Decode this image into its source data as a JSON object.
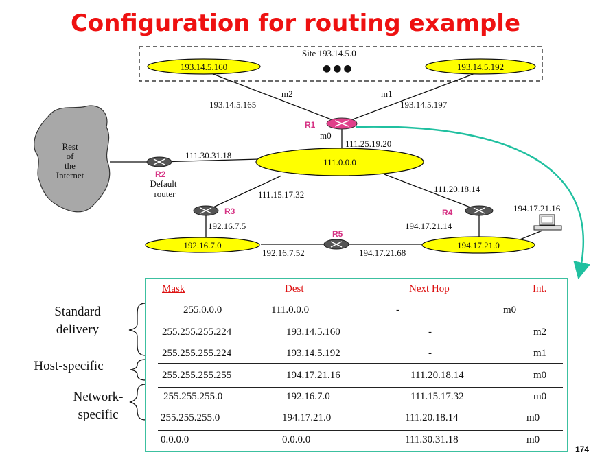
{
  "title": "Configuration for routing example",
  "site_label": "Site 193.14.5.0",
  "dots": "●●●",
  "hosts": {
    "site_left": "193.14.5.160",
    "site_right": "193.14.5.192",
    "net_center": "111.0.0.0",
    "net_left": "192.16.7.0",
    "net_right": "194.17.21.0"
  },
  "cloud_lines": [
    "Rest",
    "of",
    "the",
    "Internet"
  ],
  "routers": {
    "r1": "R1",
    "r2": "R2",
    "r3": "R3",
    "r4": "R4",
    "r5": "R5"
  },
  "r2_desc": [
    "Default",
    "router"
  ],
  "links": {
    "m2": "m2",
    "m1": "m1",
    "m0": "m0",
    "ip_165": "193.14.5.165",
    "ip_197": "193.14.5.197",
    "ip_r1_down": "111.25.19.20",
    "ip_r2": "111.30.31.18",
    "ip_r3_up": "111.15.17.32",
    "ip_r4_up": "111.20.18.14",
    "ip_r3_down": "192.16.7.5",
    "ip_r4_down": "194.17.21.14",
    "ip_r5_left": "192.16.7.52",
    "ip_r5_right": "194.17.21.68",
    "ip_host": "194.17.21.16"
  },
  "table": {
    "headers": [
      "Mask",
      "Dest",
      "Next Hop",
      "Int."
    ],
    "rows": [
      [
        "255.0.0.0",
        "111.0.0.0",
        "-",
        "m0"
      ],
      [
        "255.255.255.224",
        "193.14.5.160",
        "-",
        "m2"
      ],
      [
        "255.255.255.224",
        "193.14.5.192",
        "-",
        "m1"
      ],
      [
        "255.255.255.255",
        "194.17.21.16",
        "111.20.18.14",
        "m0"
      ],
      [
        "255.255.255.0",
        "192.16.7.0",
        "111.15.17.32",
        "m0"
      ],
      [
        "255.255.255.0",
        "194.17.21.0",
        "111.20.18.14",
        "m0"
      ],
      [
        "0.0.0.0",
        "0.0.0.0",
        "111.30.31.18",
        "m0"
      ]
    ]
  },
  "groups": {
    "standard": [
      "Standard",
      "delivery"
    ],
    "host": "Host-specific",
    "network": [
      "Network-",
      "specific"
    ]
  },
  "page_number": "174",
  "colors": {
    "title": "#ee1111",
    "network": "#ffff00",
    "router_r1": "#e0408a",
    "arrow": "#20c0a0"
  }
}
